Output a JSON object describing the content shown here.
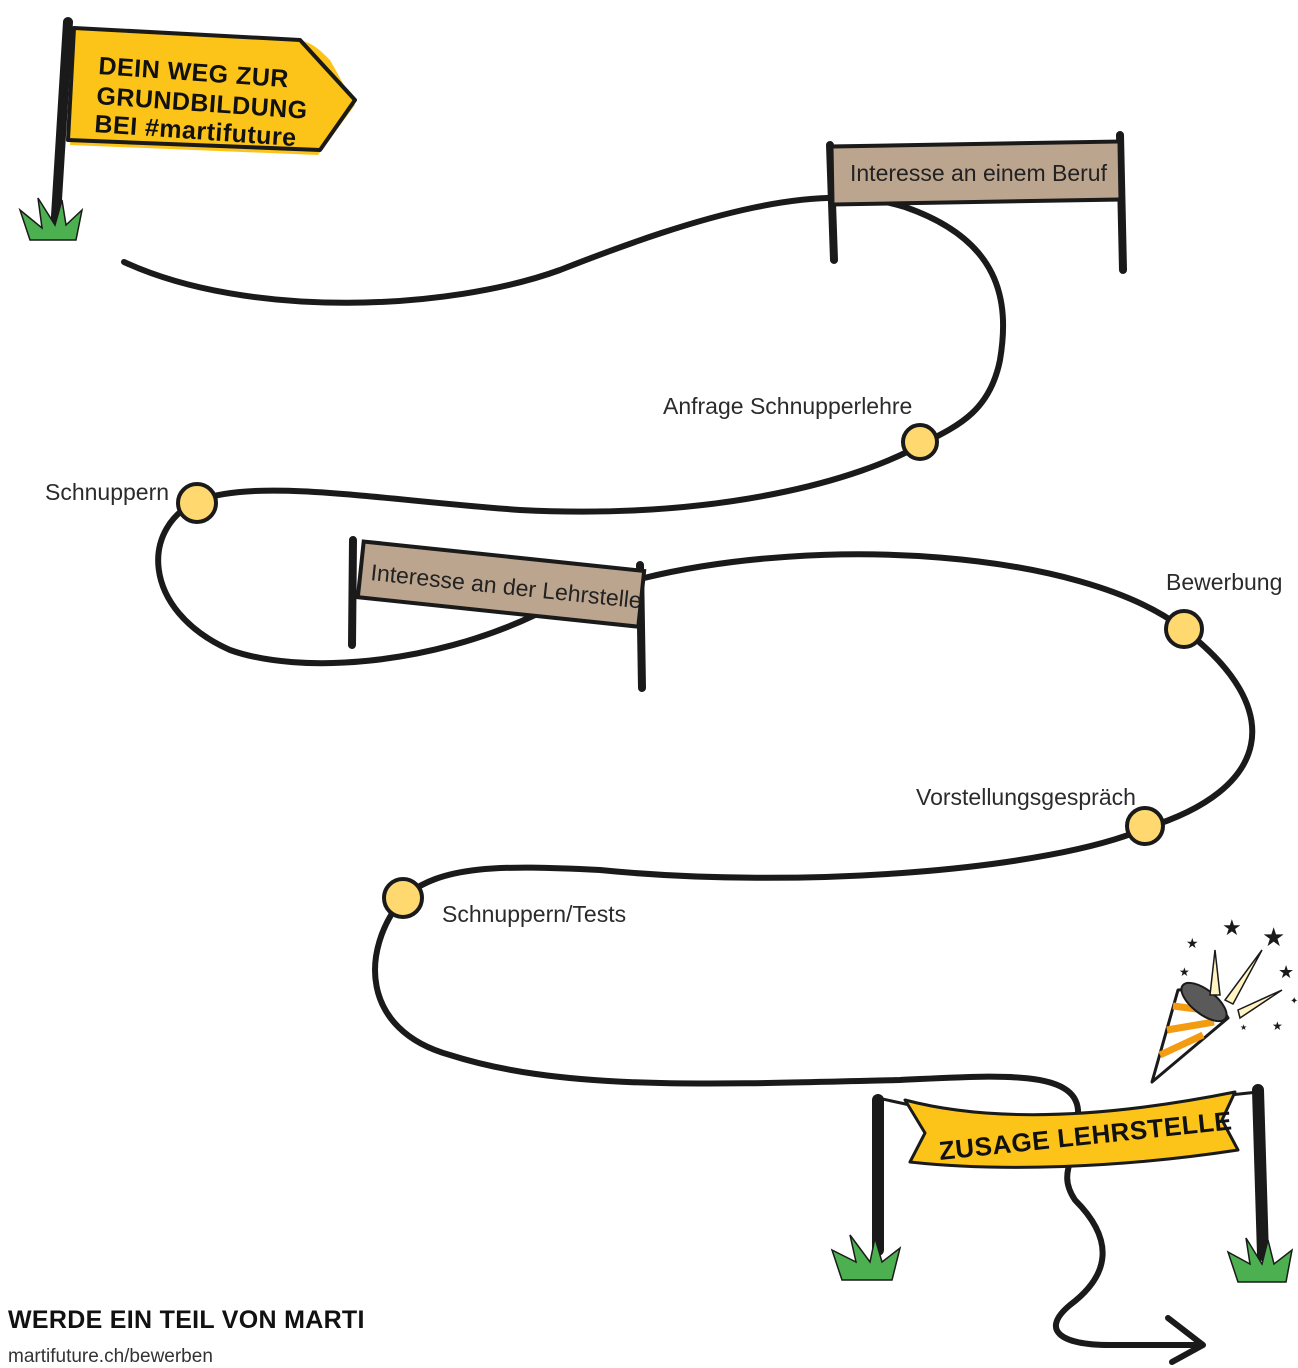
{
  "start_flag": {
    "lines": [
      "DEIN WEG ZUR",
      "GRUNDBILDUNG",
      "BEI #martifuture"
    ]
  },
  "signs": {
    "beruf": "Interesse an einem Beruf",
    "lehrstelle": "Interesse an der Lehrstelle"
  },
  "milestones": {
    "anfrage": "Anfrage Schnupperlehre",
    "schnuppern": "Schnuppern",
    "bewerbung": "Bewerbung",
    "vorstellung": "Vorstellungsgespräch",
    "tests": "Schnuppern/Tests"
  },
  "finish": {
    "banner": "ZUSAGE LEHRSTELLE"
  },
  "footer": {
    "title": "WERDE EIN TEIL VON MARTI",
    "link": "martifuture.ch/bewerben"
  },
  "colors": {
    "path": "#1a1a1a",
    "flag_yellow": "#fcc419",
    "sign_brown": "#bca58e",
    "milestone_fill": "#ffd970",
    "grass_green": "#4caf50",
    "confetti_orange": "#f39c12"
  }
}
